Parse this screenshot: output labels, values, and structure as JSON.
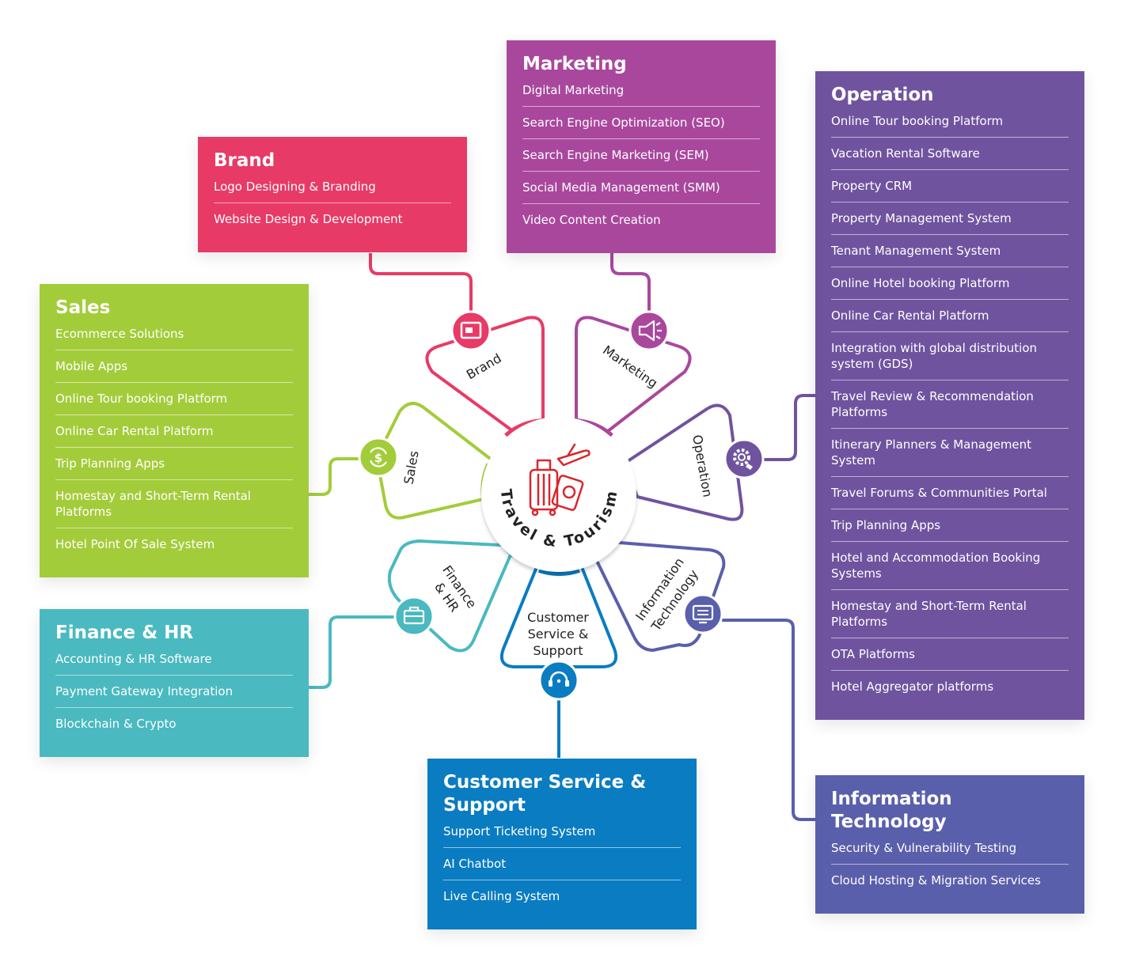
{
  "center": {
    "title": "Travel & Tourism",
    "icon": "luggage-plane-passport-icon"
  },
  "petals": {
    "brand": {
      "label": "Brand",
      "icon": "browser-window-icon",
      "color": "#e83a66"
    },
    "marketing": {
      "label": "Marketing",
      "icon": "megaphone-icon",
      "color": "#a9479d"
    },
    "operation": {
      "label": "Operation",
      "icon": "gear-icon",
      "color": "#70539f"
    },
    "it": {
      "label_line1": "Information",
      "label_line2": "Technology",
      "icon": "monitor-settings-icon",
      "color": "#5a5fac"
    },
    "customer": {
      "label_line1": "Customer",
      "label_line2": "Service &",
      "label_line3": "Support",
      "icon": "headset-icon",
      "color": "#0a7cc2"
    },
    "finance": {
      "label_line1": "Finance",
      "label_line2": "& HR",
      "icon": "briefcase-icon",
      "color": "#4ab9c0"
    },
    "sales": {
      "label": "Sales",
      "icon": "dollar-refresh-icon",
      "color": "#a3cc3a"
    }
  },
  "cards": {
    "marketing": {
      "title": "Marketing",
      "color": "#a9479d",
      "items": [
        "Digital Marketing",
        "Search Engine Optimization (SEO)",
        "Search Engine Marketing (SEM)",
        "Social Media Management (SMM)",
        "Video Content Creation"
      ]
    },
    "brand": {
      "title": "Brand",
      "color": "#e83a66",
      "items": [
        "Logo Designing & Branding",
        "Website Design & Development"
      ]
    },
    "operation": {
      "title": "Operation",
      "color": "#70539f",
      "items": [
        "Online Tour booking Platform",
        "Vacation Rental Software",
        "Property CRM",
        "Property Management System",
        "Tenant Management System",
        "Online Hotel booking Platform",
        "Online Car Rental Platform",
        "Integration with global distribution system (GDS)",
        "Travel Review & Recommendation Platforms",
        "Itinerary Planners & Management System",
        "Travel Forums & Communities Portal",
        "Trip Planning Apps",
        "Hotel and Accommodation Booking Systems",
        "Homestay and Short-Term Rental Platforms",
        "OTA Platforms",
        "Hotel Aggregator platforms"
      ]
    },
    "sales": {
      "title": "Sales",
      "color": "#a3cc3a",
      "items": [
        "Ecommerce Solutions",
        "Mobile Apps",
        "Online Tour booking Platform",
        "Online Car Rental Platform",
        "Trip Planning Apps",
        "Homestay and Short-Term Rental Platforms",
        "Hotel Point Of Sale System"
      ]
    },
    "finance": {
      "title": "Finance & HR",
      "color": "#4ab9c0",
      "items": [
        "Accounting & HR Software",
        "Payment Gateway Integration",
        "Blockchain & Crypto"
      ]
    },
    "customer": {
      "title": "Customer Service & Support",
      "color": "#0a7cc2",
      "items": [
        "Support Ticketing System",
        "AI Chatbot",
        "Live Calling System"
      ]
    },
    "it": {
      "title": "Information Technology",
      "color": "#5a5fac",
      "items": [
        "Security & Vulnerability Testing",
        "Cloud Hosting & Migration Services"
      ]
    }
  }
}
